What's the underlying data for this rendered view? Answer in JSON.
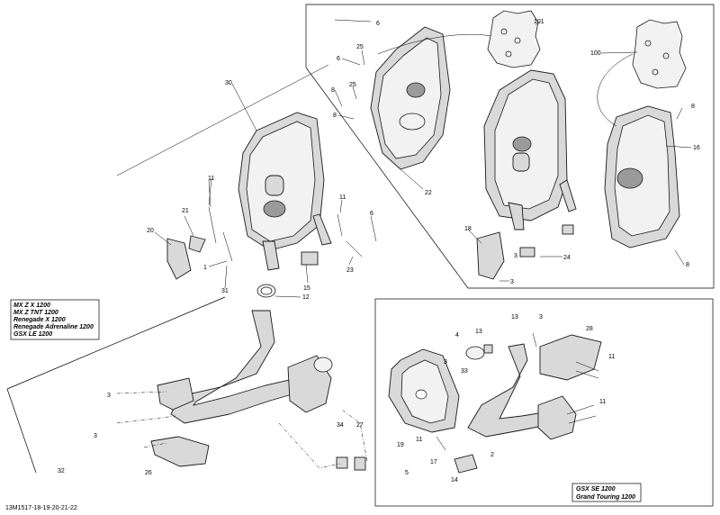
{
  "reference_code": "13M1517-18-19-20-21-22",
  "model_box_left": {
    "lines": [
      "MX Z X 1200",
      "MX Z TNT 1200",
      "Renegade X 1200",
      "Renegade Adrenaline 1200",
      "GSX LE 1200"
    ]
  },
  "model_box_right": {
    "lines": [
      "GSX SE 1200",
      "Grand Touring 1200"
    ]
  },
  "callouts": [
    {
      "id": "c6a",
      "text": "6"
    },
    {
      "id": "c101",
      "text": "101"
    },
    {
      "id": "c25a",
      "text": "25"
    },
    {
      "id": "c6b",
      "text": "6"
    },
    {
      "id": "c100",
      "text": "100"
    },
    {
      "id": "c30",
      "text": "30"
    },
    {
      "id": "c8a",
      "text": "8"
    },
    {
      "id": "c25b",
      "text": "25"
    },
    {
      "id": "c8b",
      "text": "8"
    },
    {
      "id": "c8c",
      "text": "8"
    },
    {
      "id": "c16",
      "text": "16"
    },
    {
      "id": "c22",
      "text": "22"
    },
    {
      "id": "c11a",
      "text": "11"
    },
    {
      "id": "c21",
      "text": "21"
    },
    {
      "id": "c20",
      "text": "20"
    },
    {
      "id": "c11b",
      "text": "11"
    },
    {
      "id": "c6c",
      "text": "6"
    },
    {
      "id": "c18",
      "text": "18"
    },
    {
      "id": "c1",
      "text": "1"
    },
    {
      "id": "c31",
      "text": "31"
    },
    {
      "id": "c23",
      "text": "23"
    },
    {
      "id": "c15",
      "text": "15"
    },
    {
      "id": "c12",
      "text": "12"
    },
    {
      "id": "c3a",
      "text": "3"
    },
    {
      "id": "c24",
      "text": "24"
    },
    {
      "id": "c8d",
      "text": "8"
    },
    {
      "id": "c3b",
      "text": "3"
    },
    {
      "id": "c13a",
      "text": "13"
    },
    {
      "id": "c13b",
      "text": "13"
    },
    {
      "id": "c3c",
      "text": "3"
    },
    {
      "id": "c28",
      "text": "28"
    },
    {
      "id": "c4",
      "text": "4"
    },
    {
      "id": "c3d",
      "text": "3"
    },
    {
      "id": "c33",
      "text": "33"
    },
    {
      "id": "c11c",
      "text": "11"
    },
    {
      "id": "c11d",
      "text": "11"
    },
    {
      "id": "c11e",
      "text": "11"
    },
    {
      "id": "c19",
      "text": "19"
    },
    {
      "id": "c2",
      "text": "2"
    },
    {
      "id": "c17",
      "text": "17"
    },
    {
      "id": "c5",
      "text": "5"
    },
    {
      "id": "c14",
      "text": "14"
    },
    {
      "id": "c3e",
      "text": "3"
    },
    {
      "id": "c3f",
      "text": "3"
    },
    {
      "id": "c34",
      "text": "34"
    },
    {
      "id": "c27",
      "text": "27"
    },
    {
      "id": "c26",
      "text": "26"
    },
    {
      "id": "c32",
      "text": "32"
    }
  ]
}
